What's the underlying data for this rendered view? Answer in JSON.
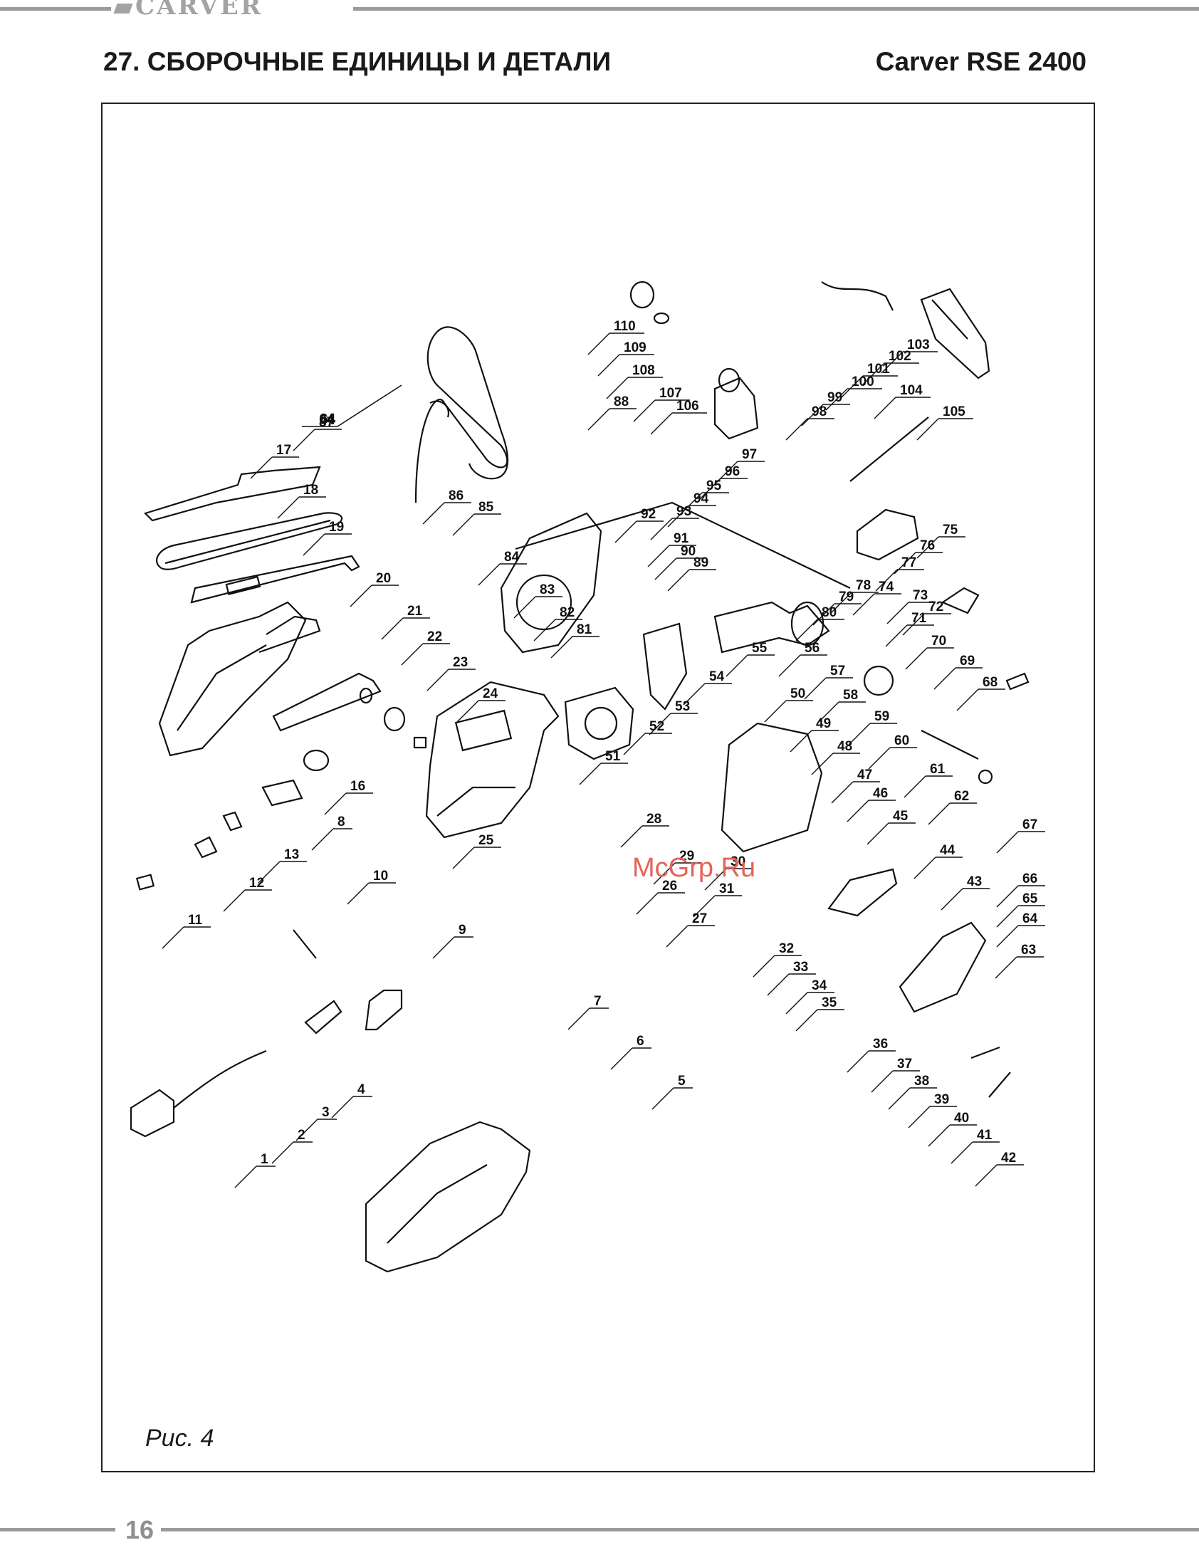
{
  "header": {
    "brand": "CARVER",
    "section_title": "27. СБОРОЧНЫЕ ЕДИНИЦЫ И ДЕТАЛИ",
    "model": "Carver RSE 2400"
  },
  "figure": {
    "caption": "Рис. 4",
    "watermark": "McGrp.Ru"
  },
  "footer": {
    "page_number": "16"
  },
  "part_labels": [
    "1",
    "2",
    "3",
    "4",
    "5",
    "6",
    "7",
    "8",
    "9",
    "10",
    "11",
    "12",
    "13",
    "16",
    "17",
    "18",
    "19",
    "20",
    "21",
    "22",
    "23",
    "24",
    "25",
    "26",
    "27",
    "28",
    "29",
    "30",
    "31",
    "32",
    "33",
    "34",
    "35",
    "36",
    "37",
    "38",
    "39",
    "40",
    "41",
    "42",
    "43",
    "44",
    "45",
    "46",
    "47",
    "48",
    "49",
    "50",
    "51",
    "52",
    "53",
    "54",
    "55",
    "56",
    "57",
    "58",
    "59",
    "60",
    "61",
    "62",
    "63",
    "64",
    "65",
    "66",
    "67",
    "68",
    "69",
    "70",
    "71",
    "72",
    "73",
    "74",
    "75",
    "76",
    "77",
    "78",
    "79",
    "80",
    "81",
    "82",
    "83",
    "84",
    "85",
    "86",
    "87",
    "88",
    "89",
    "90",
    "91",
    "92",
    "93",
    "94",
    "95",
    "96",
    "97",
    "98",
    "99",
    "100",
    "101",
    "102",
    "103",
    "104",
    "105",
    "106",
    "107",
    "108",
    "109",
    "110"
  ]
}
